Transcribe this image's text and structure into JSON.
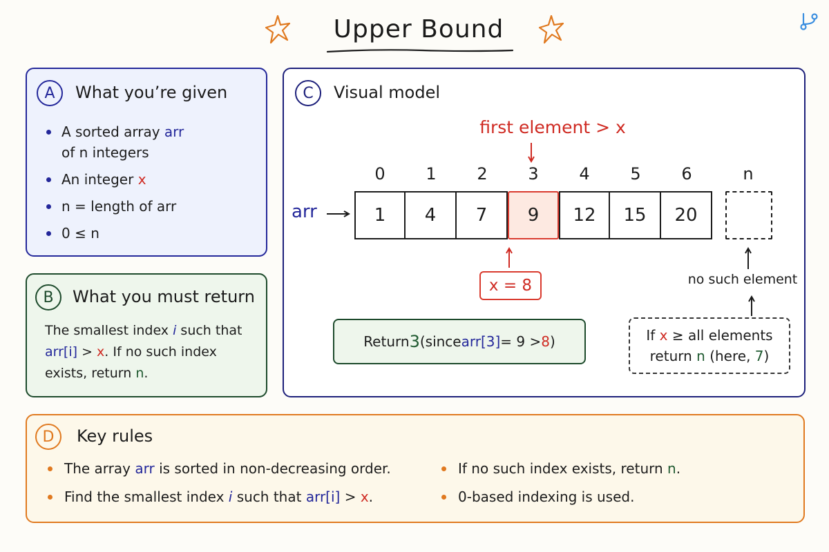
{
  "title": "Upper Bound",
  "panel_a": {
    "letter": "A",
    "title": "What you’re given",
    "bullets": {
      "b1_pre": "A sorted array ",
      "b1_arr": "arr",
      "b1_line2": "of n integers",
      "b2_pre": "An integer ",
      "b2_x": "x",
      "b3": "n = length of arr",
      "b4": "0 ≤ n"
    }
  },
  "panel_b": {
    "letter": "B",
    "title": "What you must return",
    "p1": "The smallest index ",
    "i": "i",
    "p2": " such that",
    "arr_i": "arr[i]",
    "gt": " > ",
    "x": "x",
    "p3": ". If no such index",
    "p4": "exists, return ",
    "n": "n",
    "p5": "."
  },
  "panel_c": {
    "letter": "C",
    "title": "Visual model",
    "first_label": "first element > x",
    "arr_label": "arr",
    "indices": [
      "0",
      "1",
      "2",
      "3",
      "4",
      "5",
      "6"
    ],
    "n_label": "n",
    "values": [
      "1",
      "4",
      "7",
      "9",
      "12",
      "15",
      "20"
    ],
    "highlight_index": 3,
    "x_box": "x = 8",
    "no_such": "no such element",
    "return_box": {
      "pre": "Return ",
      "num": "3",
      "since": " (since ",
      "arr3": "arr[3]",
      "mid": " = 9 > ",
      "eight": "8",
      "close": ")"
    },
    "if_box": {
      "if": "If ",
      "x": "x",
      "rest": " ≥ all elements",
      "ret": "return ",
      "n": "n",
      "here": " (here, ",
      "seven": "7",
      "close": ")"
    }
  },
  "panel_d": {
    "letter": "D",
    "title": "Key rules",
    "r1_pre": "The array ",
    "r1_arr": "arr",
    "r1_post": " is sorted in non-decreasing order.",
    "r2_pre": "Find the smallest index ",
    "r2_i": "i",
    "r2_mid": " such that ",
    "r2_arr": "arr[i]",
    "r2_gt": " > ",
    "r2_x": "x",
    "r2_end": ".",
    "r3_pre": "If no such index exists, return ",
    "r3_n": "n",
    "r3_end": ".",
    "r4": "0-based indexing is used."
  },
  "colors": {
    "navy": "#23279a",
    "red": "#cf2a22",
    "green": "#1f5a30",
    "orange": "#e0791f"
  }
}
